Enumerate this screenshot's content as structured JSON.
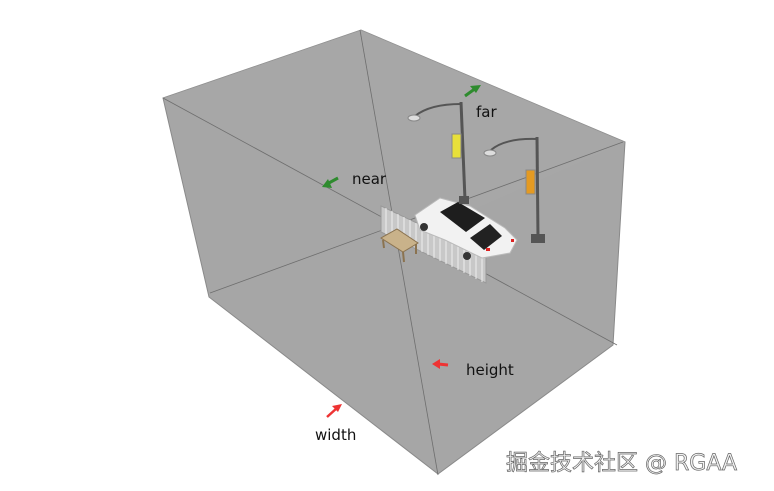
{
  "labels": {
    "near": "near",
    "far": "far",
    "height": "height",
    "width": "width"
  },
  "watermark": "掘金技术社区 @ RGAA",
  "colors": {
    "frustum_fill": "#a6a6a6",
    "edge": "#6e6e6e",
    "near_far_arrow": "#2e8b2e",
    "width_height_arrow": "#ee3333",
    "banner_yellow": "#e8e03a",
    "banner_orange": "#e49a22"
  },
  "icons": [
    "near-arrow-icon",
    "far-arrow-icon",
    "height-arrow-icon",
    "width-arrow-icon"
  ]
}
